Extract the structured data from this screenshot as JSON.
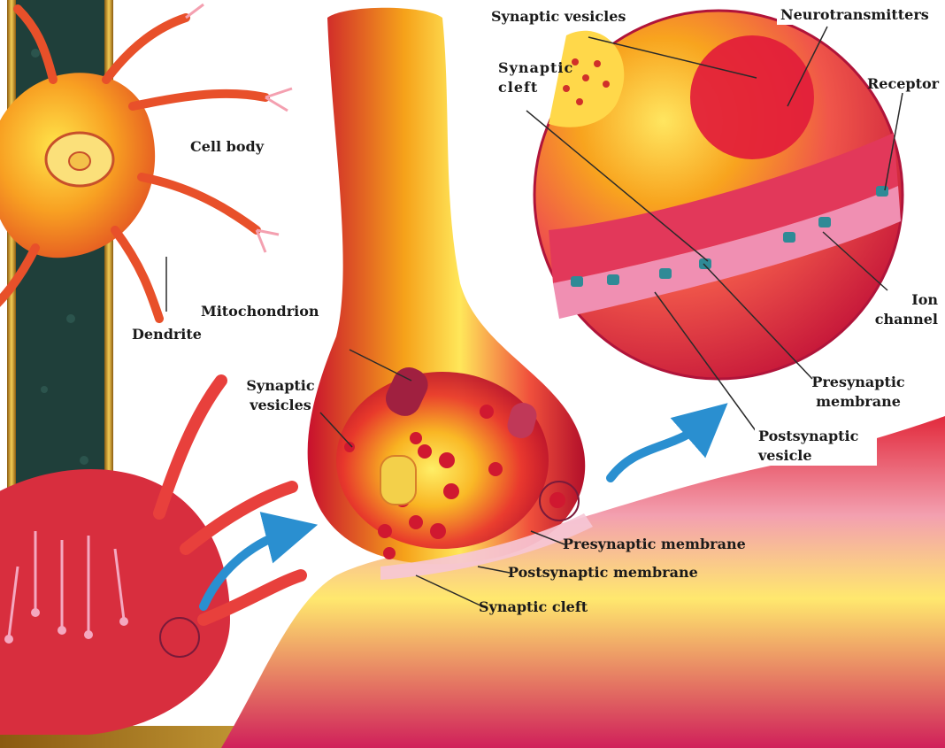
{
  "labels": {
    "cell_body": "Cell body",
    "dendrite": "Dendrite",
    "mitochondrion": "Mitochondrion",
    "synaptic_vesicles_main": [
      "Synaptic",
      "vesicles"
    ],
    "synaptic_vesicles_top": "Synaptic vesicles",
    "neurotransmitters": "Neurotransmitters",
    "synaptic_cleft_inset": [
      "Synaptic",
      "cleft"
    ],
    "receptor": "Receptor",
    "ion_channel": [
      "Ion",
      "channel"
    ],
    "presynaptic_membrane_inset": [
      "Presynaptic",
      "membrane"
    ],
    "postsynaptic_vesicle": [
      "Postsynaptic",
      "vesicle"
    ],
    "presynaptic_membrane_main": "Presynaptic membrane",
    "postsynaptic_membrane_main": "Postsynaptic membrane",
    "synaptic_cleft_main": "Synaptic cleft"
  },
  "colors": {
    "neuron_red": "#d8262e",
    "neuron_orange": "#f27a1c",
    "neuron_yellow": "#ffe13a",
    "membrane_pink": "#f08fb2",
    "dendrite_dark": "#1f3f3a",
    "frame_gold": "#c9a23a",
    "arrow_blue": "#2a8fd0",
    "receptor_teal": "#2f8a96"
  }
}
